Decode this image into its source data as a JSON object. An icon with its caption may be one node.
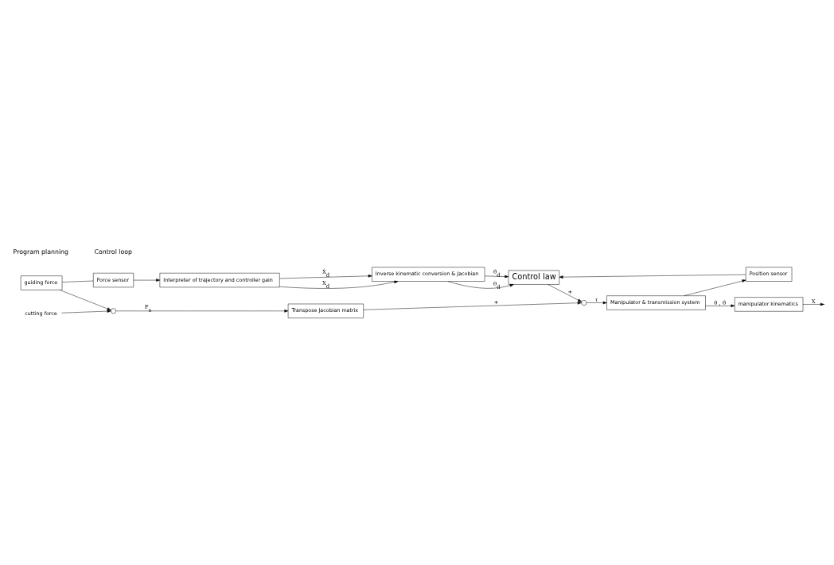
{
  "diagram": {
    "nodes": [
      {
        "text": [
          "guiding force"
        ]
      },
      {
        "text": [
          "Force sensor"
        ]
      },
      {
        "text": [],
        "shape": "circle"
      },
      {
        "text": [
          "cutting force"
        ]
      },
      {
        "text": [
          "Transpose Jacobian matrix"
        ]
      },
      {
        "text": [
          "Interpreter of trajectory and controller gain"
        ]
      },
      {
        "text": [
          "Inverse kinematic conversion & Jacobian"
        ]
      },
      {
        "text": [
          "Control law"
        ]
      },
      {
        "text": [],
        "shape": "circle"
      },
      {
        "text": [
          "Manipulator & transmission system"
        ]
      },
      {
        "text": [
          "manipulator kinematics"
        ]
      },
      {
        "text": [
          "Position sensor"
        ]
      }
    ],
    "edges": [
      {
        "from": 0,
        "to": 2,
        "arrow": "to"
      },
      {
        "from": 0,
        "to": 1,
        "arrow": "none"
      },
      {
        "from": 1,
        "to": 5,
        "arrow": "to"
      },
      {
        "from": 3,
        "to": 2,
        "arrow": "to"
      },
      {
        "from": 2,
        "to": 4,
        "arrow": "to",
        "label": "F$_{s}$"
      },
      {
        "from": 4,
        "to": 8,
        "arrow": "to",
        "label": "+"
      },
      {
        "from": 5,
        "to": 6,
        "arrow": "to",
        "label": "X$_{d}$"
      },
      {
        "from": 5,
        "to": 6,
        "arrow": "to",
        "label": "Ẋ$_{d}$"
      },
      {
        "from": 6,
        "to": 7,
        "arrow": "to",
        "label": "θ$_{d}$"
      },
      {
        "from": 6,
        "to": 7,
        "arrow": "to",
        "label": "θ̇$_{d}$"
      },
      {
        "from": 7,
        "to": 8,
        "arrow": "to",
        "label": "+"
      },
      {
        "from": 8,
        "to": 9,
        "arrow": "to",
        "label": "τ"
      },
      {
        "from": 9,
        "to": 10,
        "arrow": "to",
        "label": "θ , θ̇"
      },
      {
        "from": 9,
        "to": 11,
        "arrow": "to"
      },
      {
        "from": 11,
        "to": 7,
        "arrow": "to"
      },
      {
        "from": 10,
        "to": null,
        "arrow": "to",
        "label": "X"
      }
    ],
    "labels": [
      "Program planning",
      "Control loop"
    ]
  }
}
